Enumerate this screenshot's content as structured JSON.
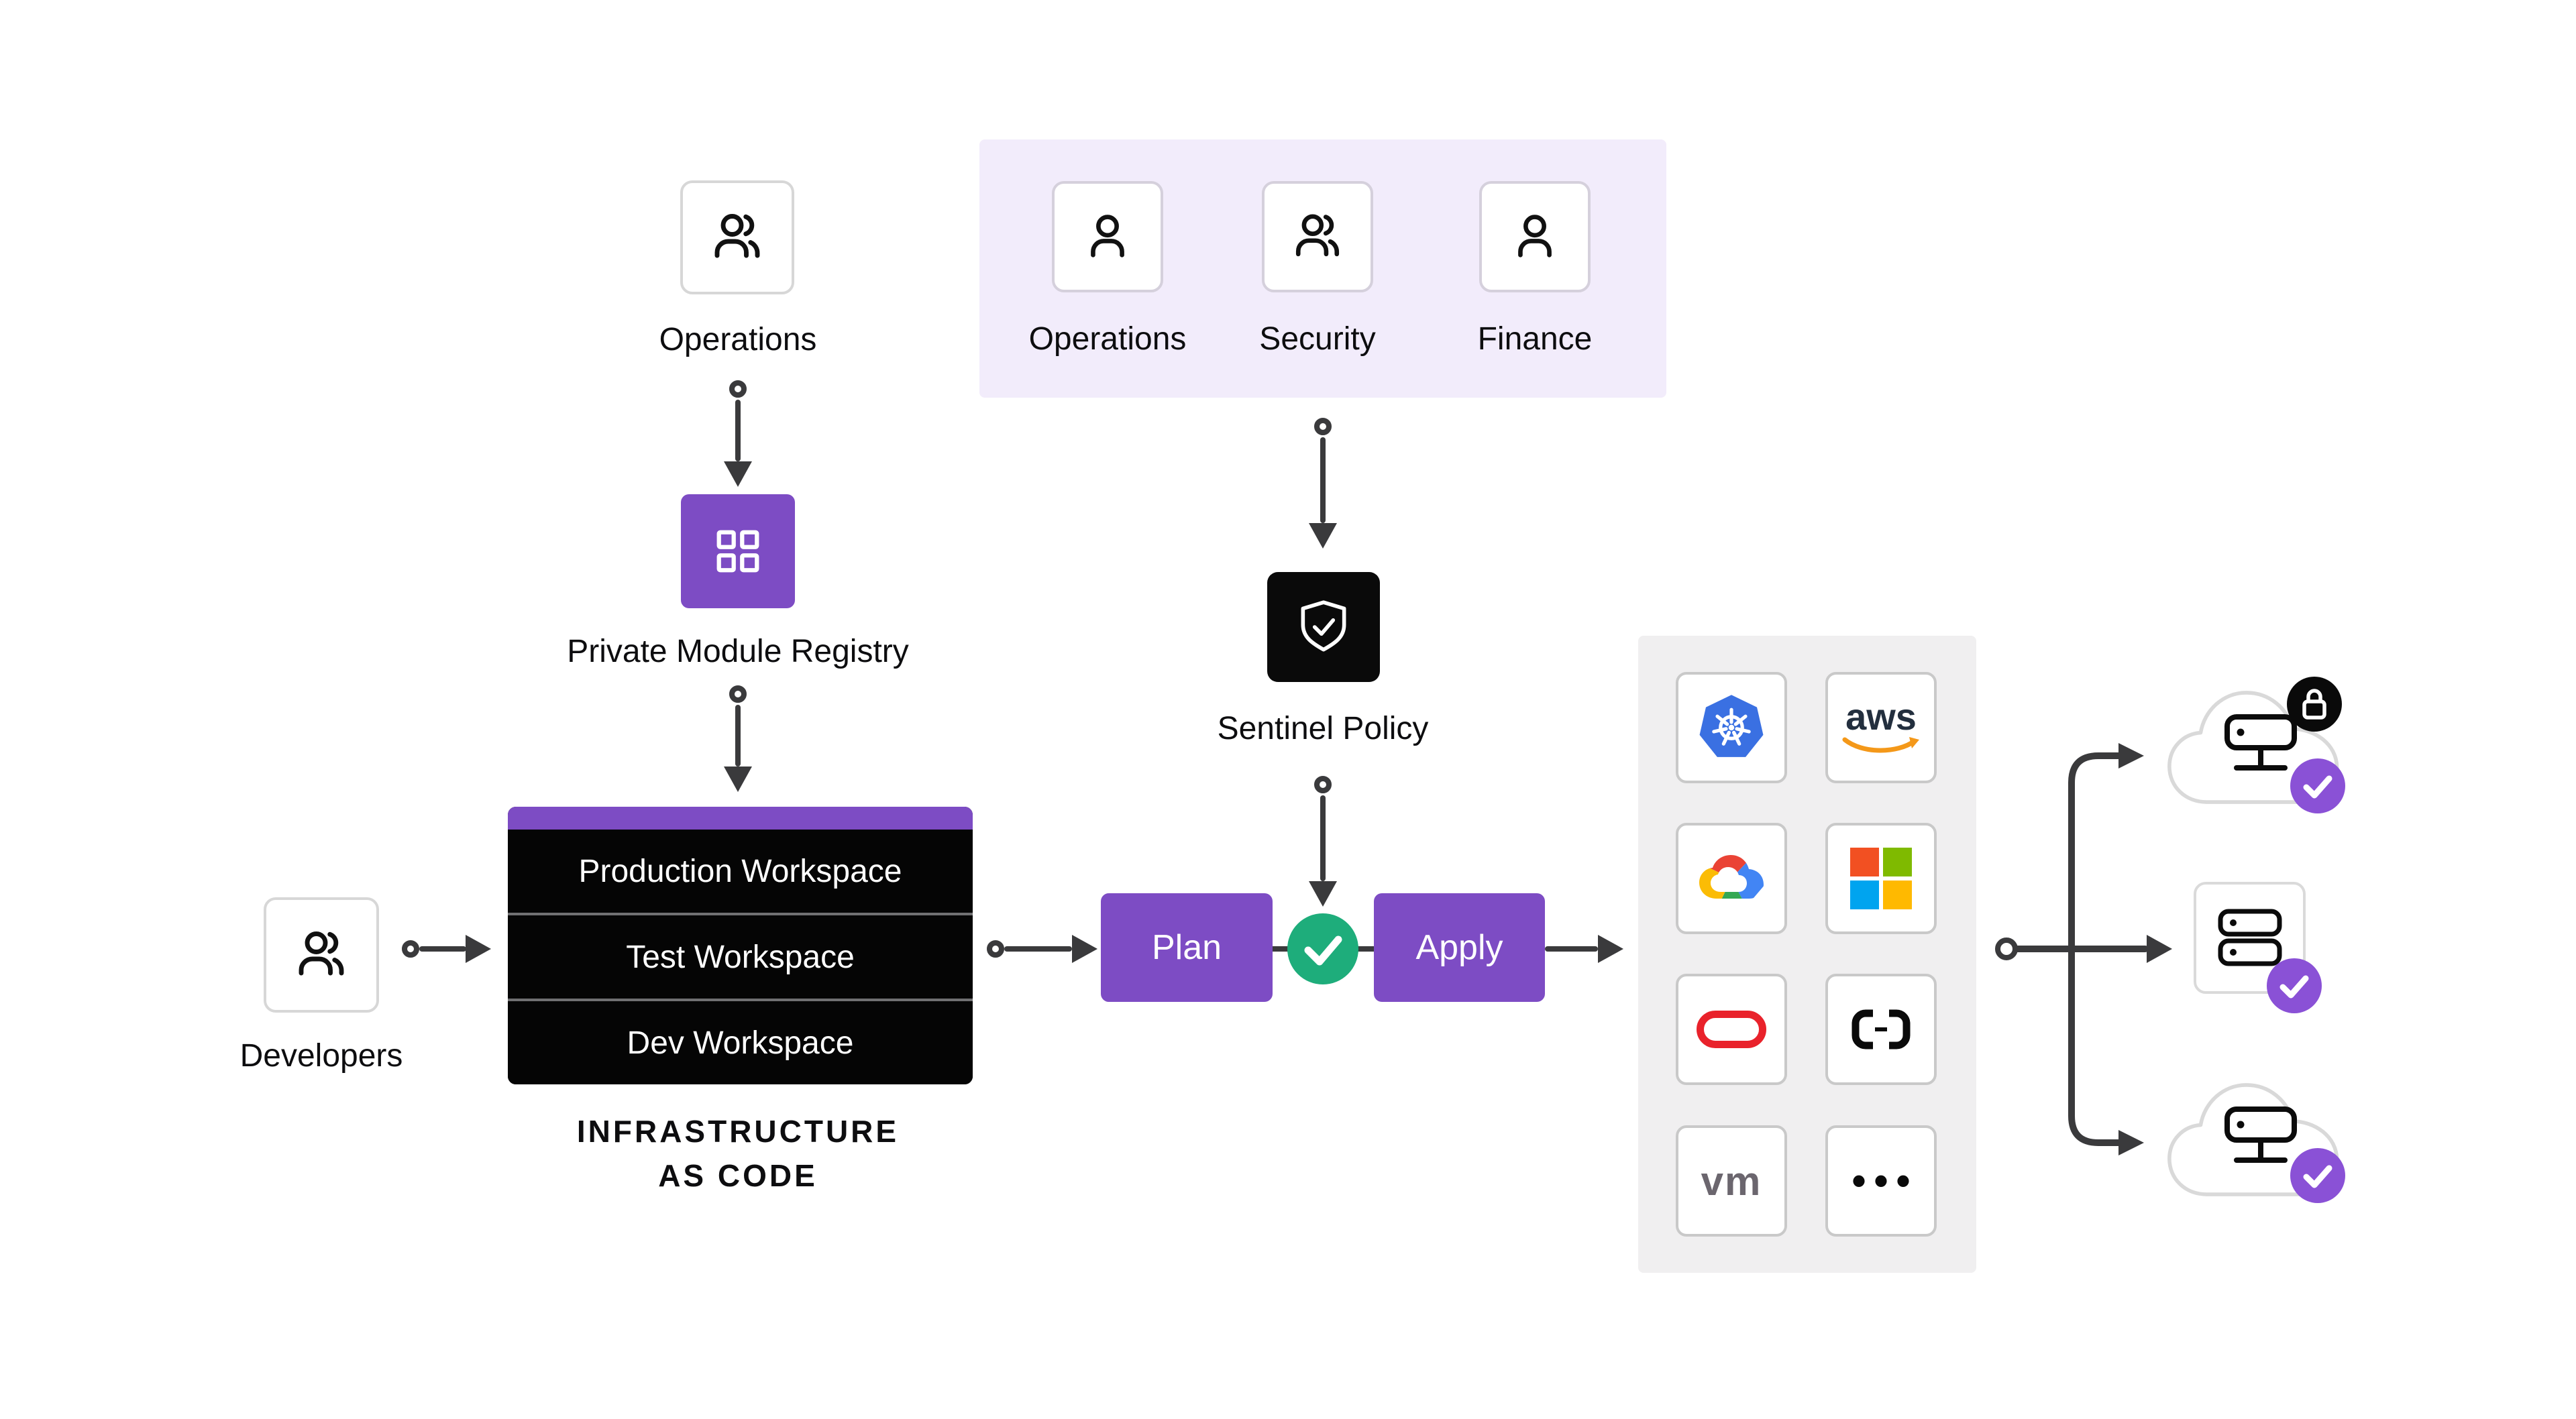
{
  "title": "Terraform workflow diagram",
  "colors": {
    "brand_purple": "#7D4CC4",
    "badge_purple": "#8A51D6",
    "success_green": "#1EAD7B",
    "policy_black": "#0A0A0A",
    "panel_lavender": "#F2ECFB",
    "panel_gray": "#F0EFF0",
    "arrow_gray": "#3A3A3C",
    "kubernetes_blue": "#3A70E2",
    "aws_orange": "#F49819",
    "oracle_red": "#E9222B",
    "vmware_gray": "#6B666E",
    "microsoft": [
      "#F25022",
      "#7FBA00",
      "#00A4EF",
      "#FFB900"
    ],
    "google_cloud": [
      "#EA4335",
      "#4285F4",
      "#FBBC05",
      "#34A853"
    ]
  },
  "module_registry_flow": {
    "operations_label": "Operations",
    "registry_label": "Private Module Registry"
  },
  "governance": {
    "teams": [
      {
        "label": "Operations",
        "icon": "person-icon"
      },
      {
        "label": "Security",
        "icon": "people-icon"
      },
      {
        "label": "Finance",
        "icon": "person-icon"
      }
    ],
    "policy_label": "Sentinel Policy"
  },
  "authoring": {
    "developers_label": "Developers",
    "workspaces": [
      "Production Workspace",
      "Test Workspace",
      "Dev Workspace"
    ],
    "caption": [
      "INFRASTRUCTURE",
      "AS CODE"
    ]
  },
  "pipeline": {
    "plan_label": "Plan",
    "apply_label": "Apply"
  },
  "providers": [
    {
      "id": "kubernetes",
      "icon": "kubernetes-icon"
    },
    {
      "id": "aws",
      "icon": "aws-icon",
      "text": "aws"
    },
    {
      "id": "google-cloud",
      "icon": "google-cloud-icon"
    },
    {
      "id": "microsoft-azure",
      "icon": "microsoft-icon"
    },
    {
      "id": "oracle",
      "icon": "oracle-icon"
    },
    {
      "id": "alibaba-cloud",
      "icon": "alibaba-cloud-icon"
    },
    {
      "id": "vmware",
      "icon": "vmware-icon",
      "text": "vm"
    },
    {
      "id": "more",
      "icon": "ellipsis-icon",
      "text": "•••"
    }
  ],
  "targets": [
    {
      "id": "private-cloud-locked",
      "badges": [
        "lock",
        "check"
      ]
    },
    {
      "id": "datacenter",
      "badges": [
        "check"
      ]
    },
    {
      "id": "public-cloud",
      "badges": [
        "check"
      ]
    }
  ]
}
